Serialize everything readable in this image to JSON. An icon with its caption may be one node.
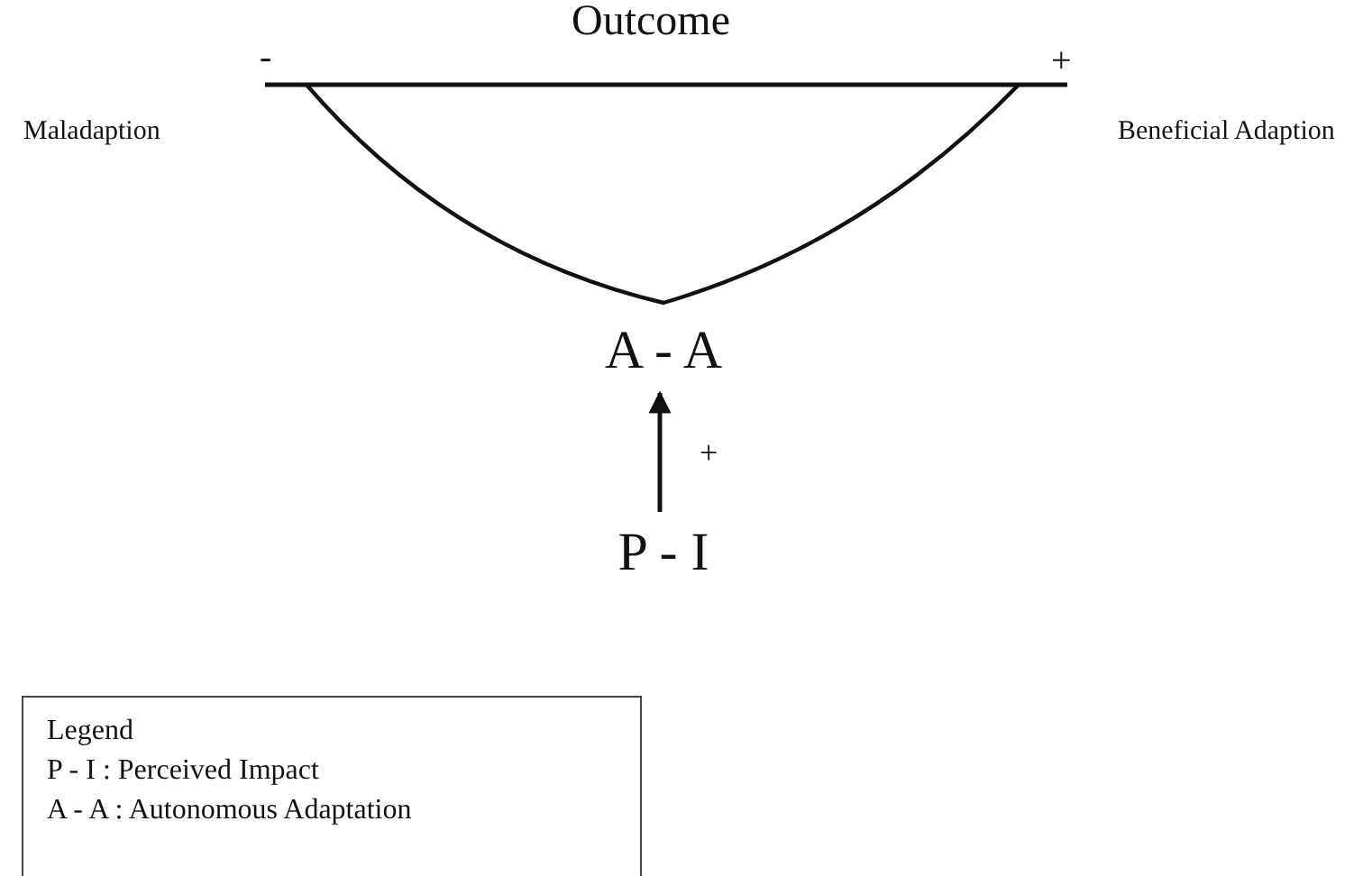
{
  "diagram": {
    "nodes": [
      {
        "text": [
          "A - A"
        ]
      },
      {
        "text": [
          "P - I"
        ]
      }
    ],
    "edges": [
      {
        "from": 1,
        "to": 0,
        "arrow": "to",
        "label": "+"
      }
    ],
    "labels": [
      "Outcome",
      "-",
      "+",
      "Maladaption",
      "Beneficial Adaption",
      "Legend"
    ],
    "legend": [
      {
        "text": "P - I : Perceived Impact"
      },
      {
        "text": "A - A : Autonomous Adaptation"
      }
    ]
  }
}
